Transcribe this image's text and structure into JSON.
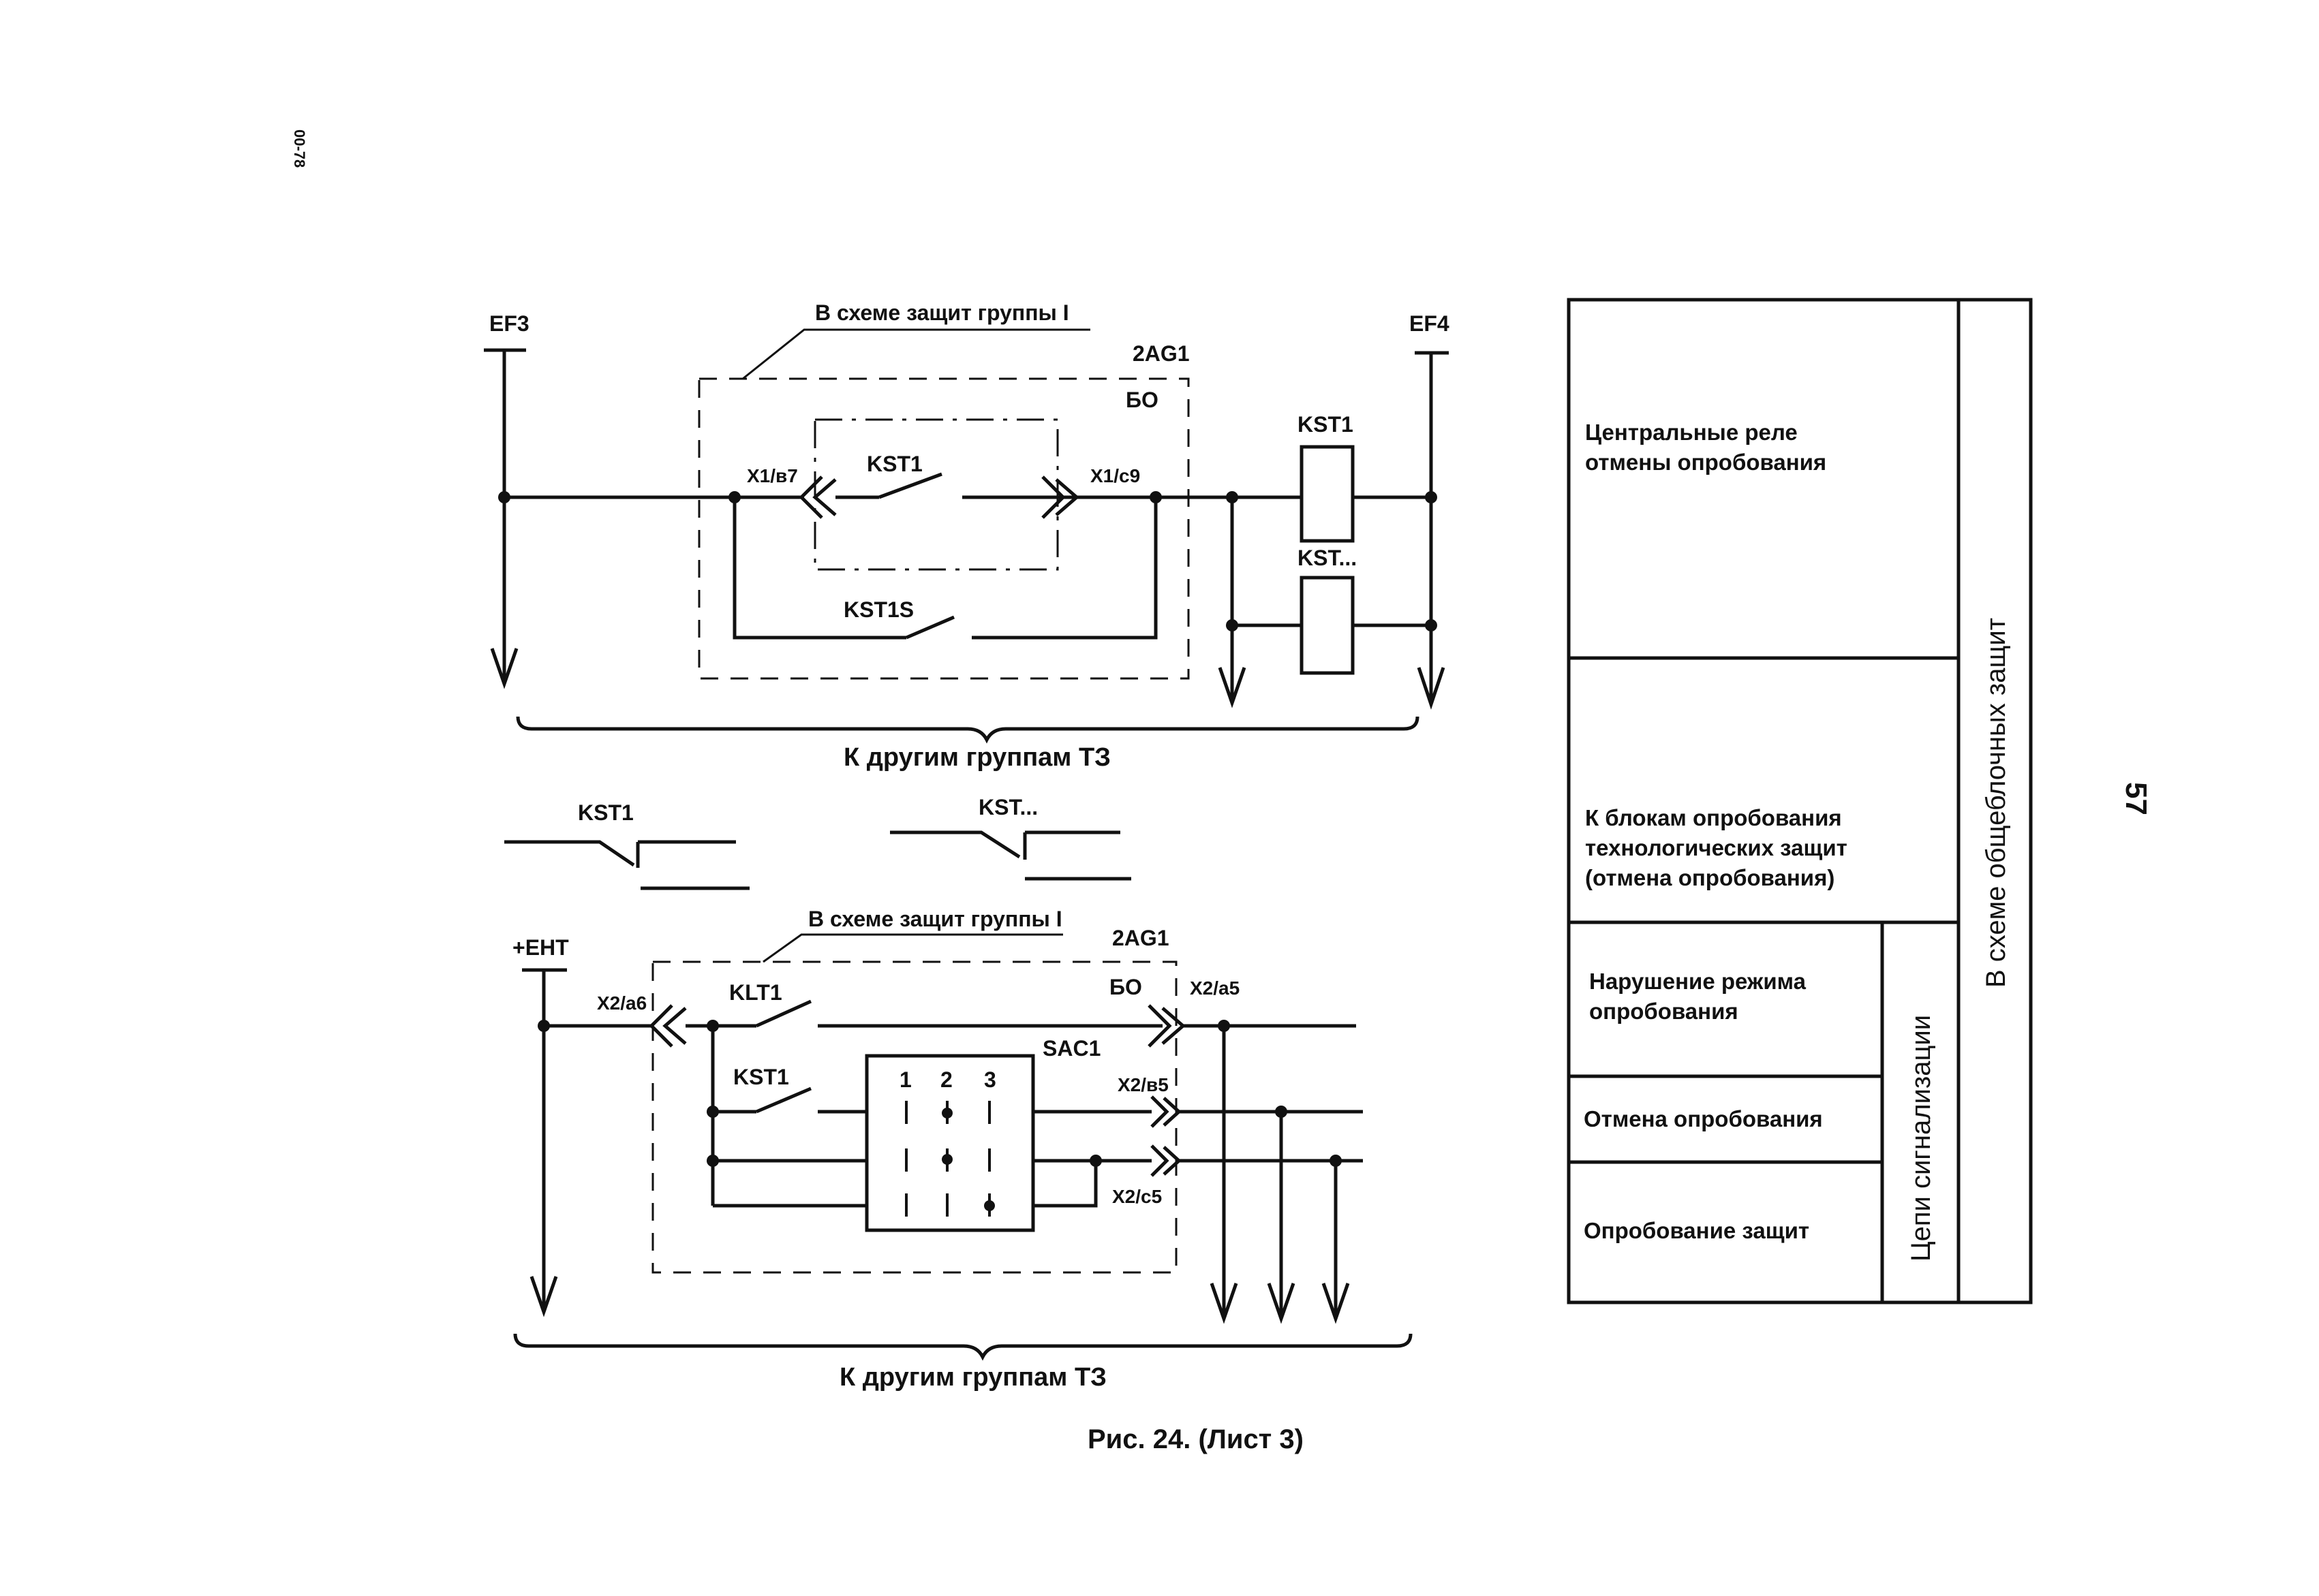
{
  "page": {
    "margin_code": "00-78",
    "page_number": "57",
    "caption": "Рис. 24. (Лист 3)"
  },
  "upper_circuit": {
    "left_bus": "EF3",
    "right_bus": "EF4",
    "group_note": "В схеме защит группы I",
    "block_id": "2AG1",
    "block_sub": "БО",
    "connector_left": "X1/в7",
    "connector_right": "X1/с9",
    "contact_main": "KST1",
    "contact_bypass": "KST1S",
    "relay_1": "KST1",
    "relay_2": "KST...",
    "brace_label": "К другим группам ТЗ"
  },
  "legend": {
    "item_1": "KST1",
    "item_2": "KST..."
  },
  "lower_circuit": {
    "left_bus": "+ЕНТ",
    "group_note": "В схеме защит группы I",
    "block_id": "2AG1",
    "block_sub": "БО",
    "connector_left": "X2/а6",
    "connector_out_1": "X2/а5",
    "connector_out_2": "X2/в5",
    "connector_out_3": "X2/с5",
    "contact_1": "KLT1",
    "contact_2": "KST1",
    "switch_name": "SAC1",
    "switch_positions": [
      "1",
      "2",
      "3"
    ],
    "brace_label": "К другим группам ТЗ"
  },
  "side_table": {
    "rows": [
      {
        "line1": "Центральные реле",
        "line2": "отмены опробования",
        "line3": ""
      },
      {
        "line1": "К блокам опробования",
        "line2": "технологических защит",
        "line3": "(отмена опробования)"
      },
      {
        "line1": "Нарушение режима",
        "line2": "опробования",
        "line3": ""
      },
      {
        "line1": "Отмена опробования",
        "line2": "",
        "line3": ""
      },
      {
        "line1": "Опробование защит",
        "line2": "",
        "line3": ""
      }
    ],
    "group_signal": "Цепи сигнализации",
    "group_main": "В схеме общеблочных защит"
  }
}
